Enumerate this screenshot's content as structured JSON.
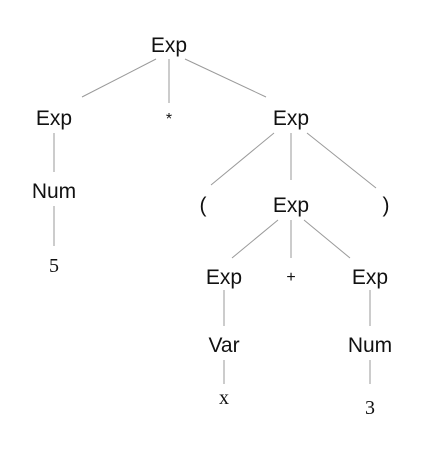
{
  "nodes": {
    "root": "Exp",
    "left_exp": "Exp",
    "times": "*",
    "right_exp": "Exp",
    "num_left": "Num",
    "five": "5",
    "lparen": "(",
    "inner_exp": "Exp",
    "rparen": ")",
    "sum_left_exp": "Exp",
    "plus": "+",
    "sum_right_exp": "Exp",
    "var": "Var",
    "num_right": "Num",
    "x": "x",
    "three": "3"
  }
}
